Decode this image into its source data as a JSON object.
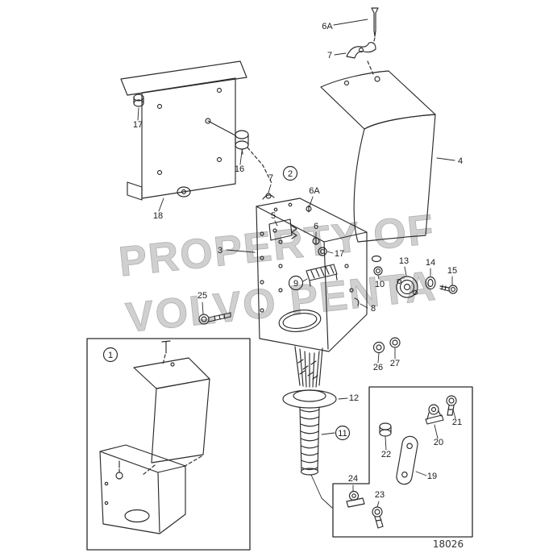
{
  "diagram": {
    "number": "18026",
    "watermark_line1": "PROPERTY OF",
    "watermark_line2": "VOLVO PENTA"
  },
  "callouts": [
    {
      "label": "6A",
      "circled": false
    },
    {
      "label": "7",
      "circled": false
    },
    {
      "label": "17",
      "circled": false
    },
    {
      "label": "16",
      "circled": false
    },
    {
      "label": "18",
      "circled": false
    },
    {
      "label": "4",
      "circled": false
    },
    {
      "label": "2",
      "circled": true
    },
    {
      "label": "7",
      "circled": false
    },
    {
      "label": "6A",
      "circled": false
    },
    {
      "label": "5",
      "circled": false
    },
    {
      "label": "6",
      "circled": false
    },
    {
      "label": "3",
      "circled": false
    },
    {
      "label": "17",
      "circled": false
    },
    {
      "label": "9",
      "circled": true
    },
    {
      "label": "10",
      "circled": false
    },
    {
      "label": "8",
      "circled": false
    },
    {
      "label": "13",
      "circled": false
    },
    {
      "label": "14",
      "circled": false
    },
    {
      "label": "15",
      "circled": false
    },
    {
      "label": "25",
      "circled": false
    },
    {
      "label": "26",
      "circled": false
    },
    {
      "label": "27",
      "circled": false
    },
    {
      "label": "1",
      "circled": true
    },
    {
      "label": "12",
      "circled": false
    },
    {
      "label": "11",
      "circled": true
    },
    {
      "label": "21",
      "circled": false
    },
    {
      "label": "20",
      "circled": false
    },
    {
      "label": "22",
      "circled": false
    },
    {
      "label": "19",
      "circled": false
    },
    {
      "label": "24",
      "circled": false
    },
    {
      "label": "23",
      "circled": false
    }
  ]
}
